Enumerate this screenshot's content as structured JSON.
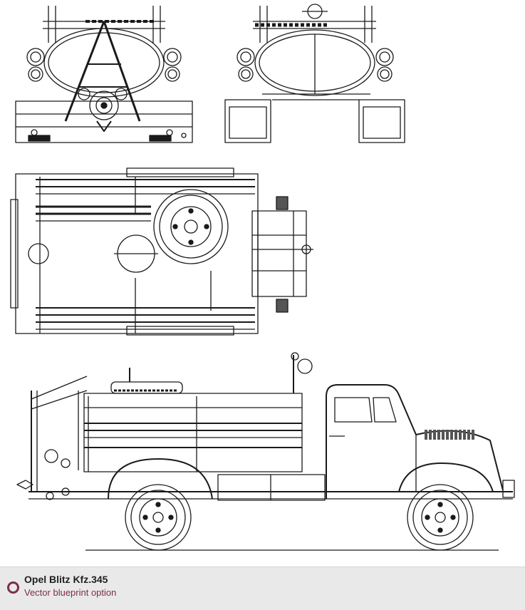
{
  "caption": {
    "title": "Opel Blitz Kfz.345",
    "subtitle": "Vector blueprint option",
    "icon": "ring-bullet-icon",
    "accent_color": "#7b2e4c"
  },
  "views": [
    "rear-view",
    "front-view",
    "top-view",
    "side-view"
  ]
}
